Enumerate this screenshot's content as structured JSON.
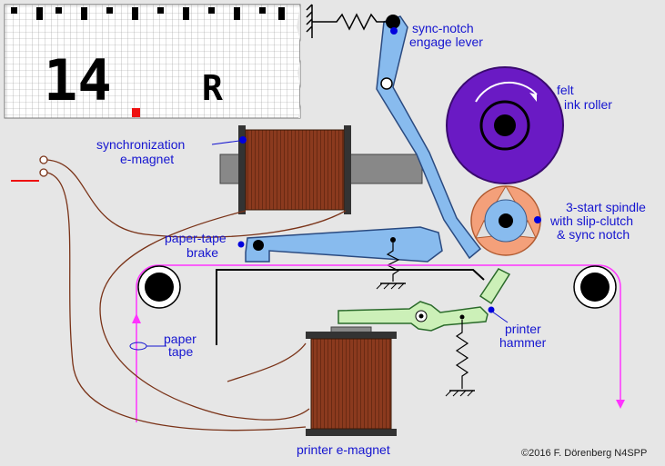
{
  "tape_display": {
    "code": "14",
    "letter": "R"
  },
  "labels": {
    "sync_notch_lever": [
      "sync-notch",
      "engage lever"
    ],
    "felt_ink_roller": [
      "felt",
      "ink roller"
    ],
    "sync_emagnet": [
      "synchronization",
      "e-magnet"
    ],
    "paper_tape_brake": [
      "paper-tape",
      "brake"
    ],
    "spindle": [
      "3-start spindle",
      "with slip-clutch",
      "& sync notch"
    ],
    "paper_tape": [
      "paper",
      "tape"
    ],
    "printer_hammer": [
      "printer",
      "hammer"
    ],
    "printer_emagnet": "printer e-magnet"
  },
  "copyright": "©2016 F. Dörenberg N4SPP",
  "colors": {
    "background": "#e6e6e6",
    "label_text": "#1515d0",
    "lever_fill": "#88bbee",
    "hammer_fill": "#ccf0b8",
    "ink_roller": "#6a1ac4",
    "spindle": "#f4a07a",
    "coil": "#8b3a1e",
    "paper_tape": "#ff33ff",
    "wire": "#7a3318",
    "red_marker": "#ee1111"
  }
}
